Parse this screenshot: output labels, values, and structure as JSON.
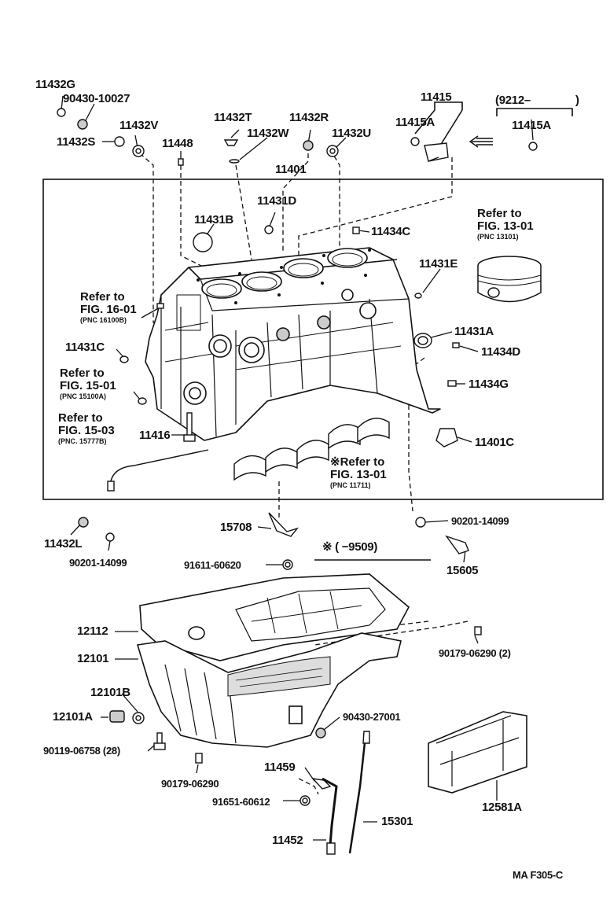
{
  "labels": {
    "l11432G": "11432G",
    "l90430_10027": "90430-10027",
    "l11432V": "11432V",
    "l11432S": "11432S",
    "l11448": "11448",
    "l11432T": "11432T",
    "l11432W": "11432W",
    "l11432R": "11432R",
    "l11432U": "11432U",
    "l11415": "11415",
    "l11415A_a": "11415A",
    "l9212": "(9212–",
    "l9212_close": ")",
    "l11415A_b": "11415A",
    "l11401": "11401",
    "l11431D": "11431D",
    "l11431B": "11431B",
    "l11434C": "11434C",
    "l11431E": "11431E",
    "l11431A": "11431A",
    "l11434D": "11434D",
    "l11431C": "11431C",
    "l11434G": "11434G",
    "l11416": "11416",
    "l11401C": "11401C",
    "l11432L": "11432L",
    "l90201_14099_a": "90201-14099",
    "l15708": "15708",
    "l91611_60620": "91611-60620",
    "l90201_14099_b": "90201-14099",
    "l15605": "15605",
    "l9509": "※ (            −9509)",
    "l12112": "12112",
    "l12101": "12101",
    "l12101B": "12101B",
    "l12101A": "12101A",
    "l90119_06758": "90119-06758 (28)",
    "l90179_06290_2": "90179-06290 (2)",
    "l90430_27001": "90430-27001",
    "l90179_06290": "90179-06290",
    "l11459": "11459",
    "l91651_60612": "91651-60612",
    "l15301": "15301",
    "l11452": "11452",
    "l12581A": "12581A",
    "footer": "MA F305-C"
  },
  "refs": {
    "fig1301_top": {
      "line1": "Refer to",
      "line2": "FIG. 13-01",
      "line3": "(PNC 13101)"
    },
    "fig1601": {
      "line1": "Refer to",
      "line2": "FIG. 16-01",
      "line3": "(PNC 16100B)"
    },
    "fig1501": {
      "line1": "Refer to",
      "line2": "FIG. 15-01",
      "line3": "(PNC 15100A)"
    },
    "fig1503": {
      "line1": "Refer to",
      "line2": "FIG. 15-03",
      "line3": "(PNC. 15777B)"
    },
    "fig1301_bear": {
      "line1": "※Refer to",
      "line2": "FIG. 13-01",
      "line3": "(PNC 11711)"
    }
  },
  "colors": {
    "ink": "#111111",
    "fill": "#d8d8d8",
    "dark": "#7a7a7a"
  }
}
